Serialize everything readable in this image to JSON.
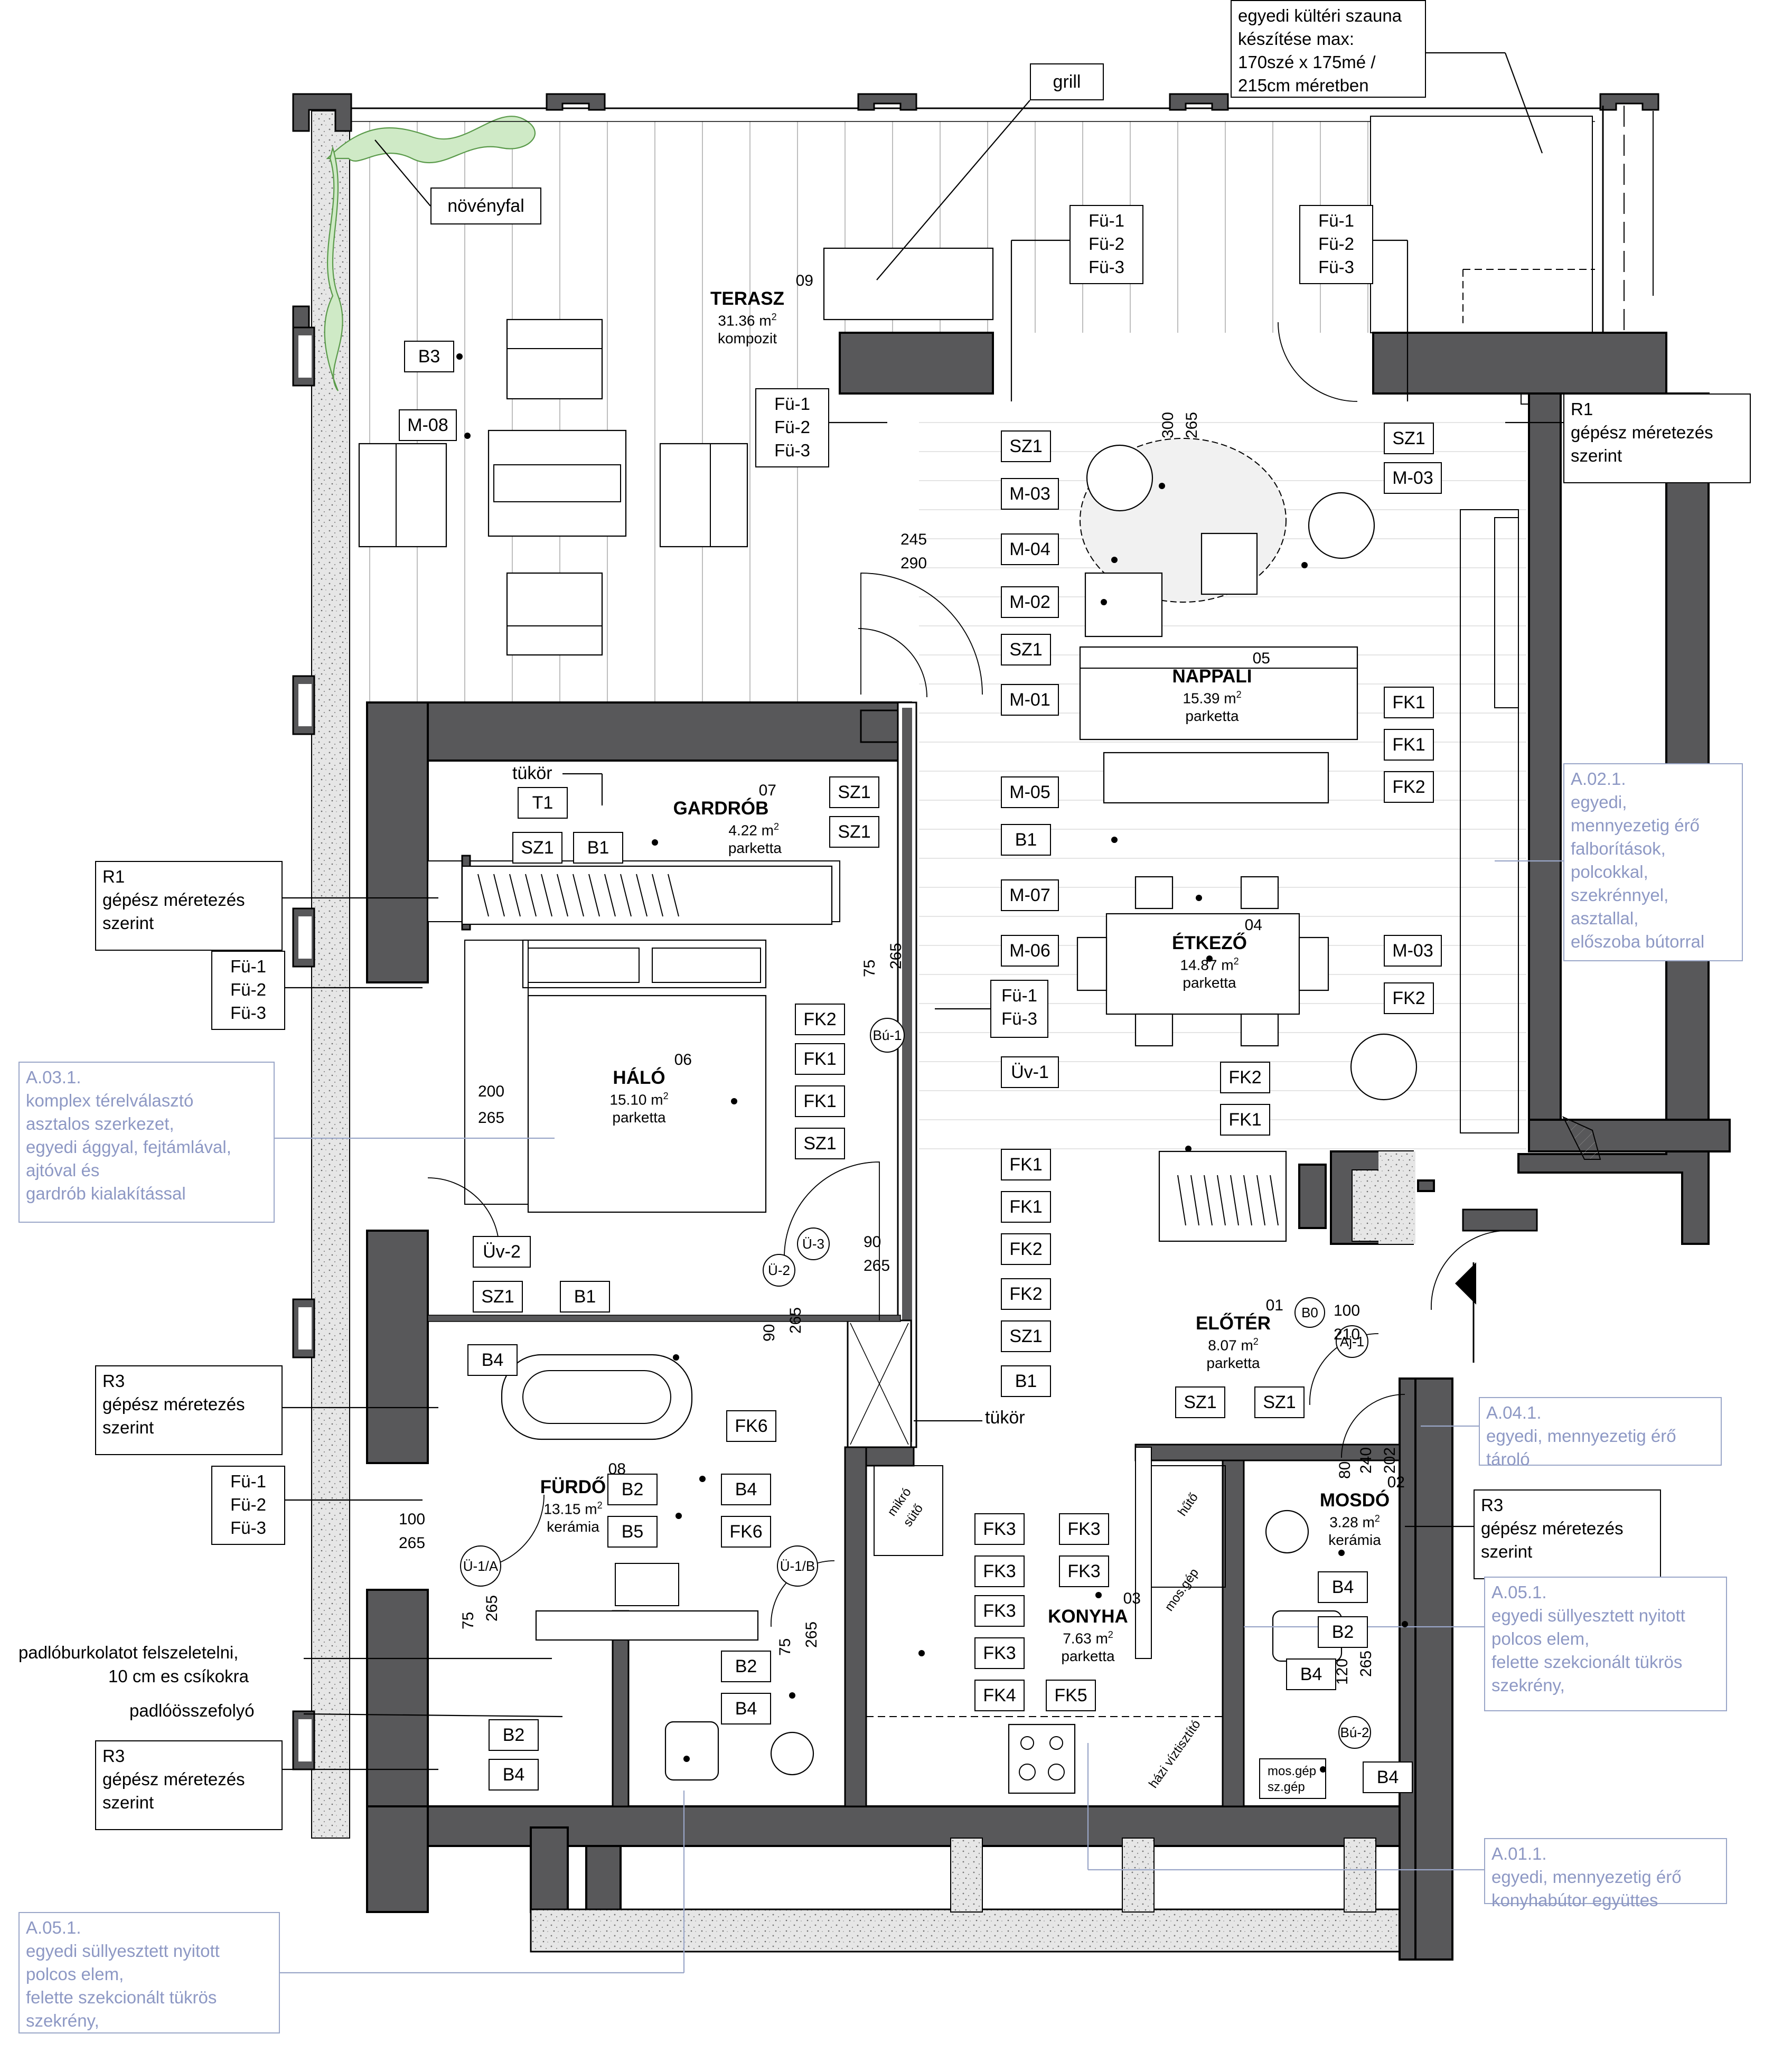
{
  "rooms": {
    "terasz": {
      "no": "09",
      "name": "TERASZ",
      "area": "31.36 m",
      "sup": "2",
      "floor": "kompozit"
    },
    "nappali": {
      "no": "05",
      "name": "NAPPALI",
      "area": "15.39 m",
      "sup": "2",
      "floor": "parketta"
    },
    "gardrob": {
      "no": "07",
      "name": "GARDRÓB",
      "area": "4.22 m",
      "sup": "2",
      "floor": "parketta"
    },
    "etkezo": {
      "no": "04",
      "name": "ÉTKEZŐ",
      "area": "14.87 m",
      "sup": "2",
      "floor": "parketta"
    },
    "halo": {
      "no": "06",
      "name": "HÁLÓ",
      "area": "15.10 m",
      "sup": "2",
      "floor": "parketta"
    },
    "eloter": {
      "no": "01",
      "name": "ELŐTÉR",
      "area": "8.07 m",
      "sup": "2",
      "floor": "parketta"
    },
    "furdo": {
      "no": "08",
      "name": "FÜRDŐ",
      "area": "13.15 m",
      "sup": "2",
      "floor": "kerámia"
    },
    "mosdo": {
      "no": "02",
      "name": "MOSDÓ",
      "area": "3.28 m",
      "sup": "2",
      "floor": "kerámia"
    },
    "konyha": {
      "no": "03",
      "name": "KONYHA",
      "area": "7.63 m",
      "sup": "2",
      "floor": "parketta"
    }
  },
  "notes": {
    "sauna": [
      "egyedi kültéri szauna",
      "készítése max:",
      "170szé x 175mé /",
      "215cm méretben"
    ],
    "grill": "grill",
    "novenyfal": "növényfal",
    "r1_right": [
      "R1",
      "gépész méretezés",
      "szerint"
    ],
    "r1_left": [
      "R1",
      "gépész méretezés",
      "szerint"
    ],
    "r3_left_a": [
      "R3",
      "gépész méretezés",
      "szerint"
    ],
    "r3_left_b": [
      "R3",
      "gépész méretezés",
      "szerint"
    ],
    "r3_right": [
      "R3",
      "gépész méretezés",
      "szerint"
    ],
    "fu_set": [
      "Fü-1",
      "Fü-2",
      "Fü-3"
    ],
    "fu_pair": [
      "Fü-1",
      "Fü-3"
    ],
    "padlo": [
      "padlóburkolatot felszeletelni,",
      "10 cm es csíkokra"
    ],
    "padlo2": "padlóösszefolyó",
    "tukor": "tükör"
  },
  "blue_notes": {
    "a021": [
      "A.02.1.",
      "egyedi,",
      "mennyezetig érő",
      "falborítások,",
      "polcokkal,",
      "szekrénnyel,",
      "asztallal,",
      "előszoba bútorral"
    ],
    "a031": [
      "A.03.1.",
      "komplex térelválasztó",
      "asztalos szerkezet,",
      "egyedi ággyal, fejtámlával,",
      "ajtóval és",
      "gardrób kialakítással"
    ],
    "a041": [
      "A.04.1.",
      "egyedi, mennyezetig érő",
      "tároló"
    ],
    "a051r": [
      "A.05.1.",
      "egyedi süllyesztett nyitott",
      "polcos elem,",
      "felette szekcionált tükrös",
      "szekrény,"
    ],
    "a051l": [
      "A.05.1.",
      "egyedi süllyesztett nyitott",
      "polcos elem,",
      "felette szekcionált tükrös",
      "szekrény,"
    ],
    "a011": [
      "A.01.1.",
      "egyedi, mennyezetig érő",
      "konyhabútor együttes"
    ]
  },
  "tags": {
    "b3": "B3",
    "m08": "M-08",
    "t1": "T1",
    "sz1": "SZ1",
    "b1": "B1",
    "sz1b": "SZ1",
    "m03": "M-03",
    "m04": "M-04",
    "m02": "M-02",
    "m01": "M-01",
    "m05": "M-05",
    "m07": "M-07",
    "m06": "M-06",
    "fk1": "FK1",
    "fk2": "FK2",
    "fk3": "FK3",
    "fk4": "FK4",
    "fk5": "FK5",
    "fk6": "FK6",
    "uv1": "Üv-1",
    "uv2": "Üv-2",
    "b2": "B2",
    "b4": "B4",
    "b5": "B5",
    "aj1": "Aj-1",
    "bu1": "Bú-1",
    "bu2": "Bú-2",
    "u1a": "Ü-1/A",
    "u1b": "Ü-1/B",
    "u2": "Ü-2",
    "u3": "Ü-3",
    "b0": "B0"
  },
  "dims": {
    "d300": "300",
    "d265": "265",
    "d245": "245",
    "d290": "290",
    "d75": "75",
    "d200": "200",
    "d90": "90",
    "d100": "100",
    "d210": "210",
    "d80": "80",
    "d240": "240",
    "d202": "202",
    "d120": "120"
  },
  "fixtures": {
    "mikro": "mikró",
    "suto": "sütő",
    "huto": "hűtő",
    "mosgep": "mos.gép",
    "mosgep2": "mos.gép",
    "szgep": "sz.gép",
    "hazi": "házi víztisztító"
  }
}
